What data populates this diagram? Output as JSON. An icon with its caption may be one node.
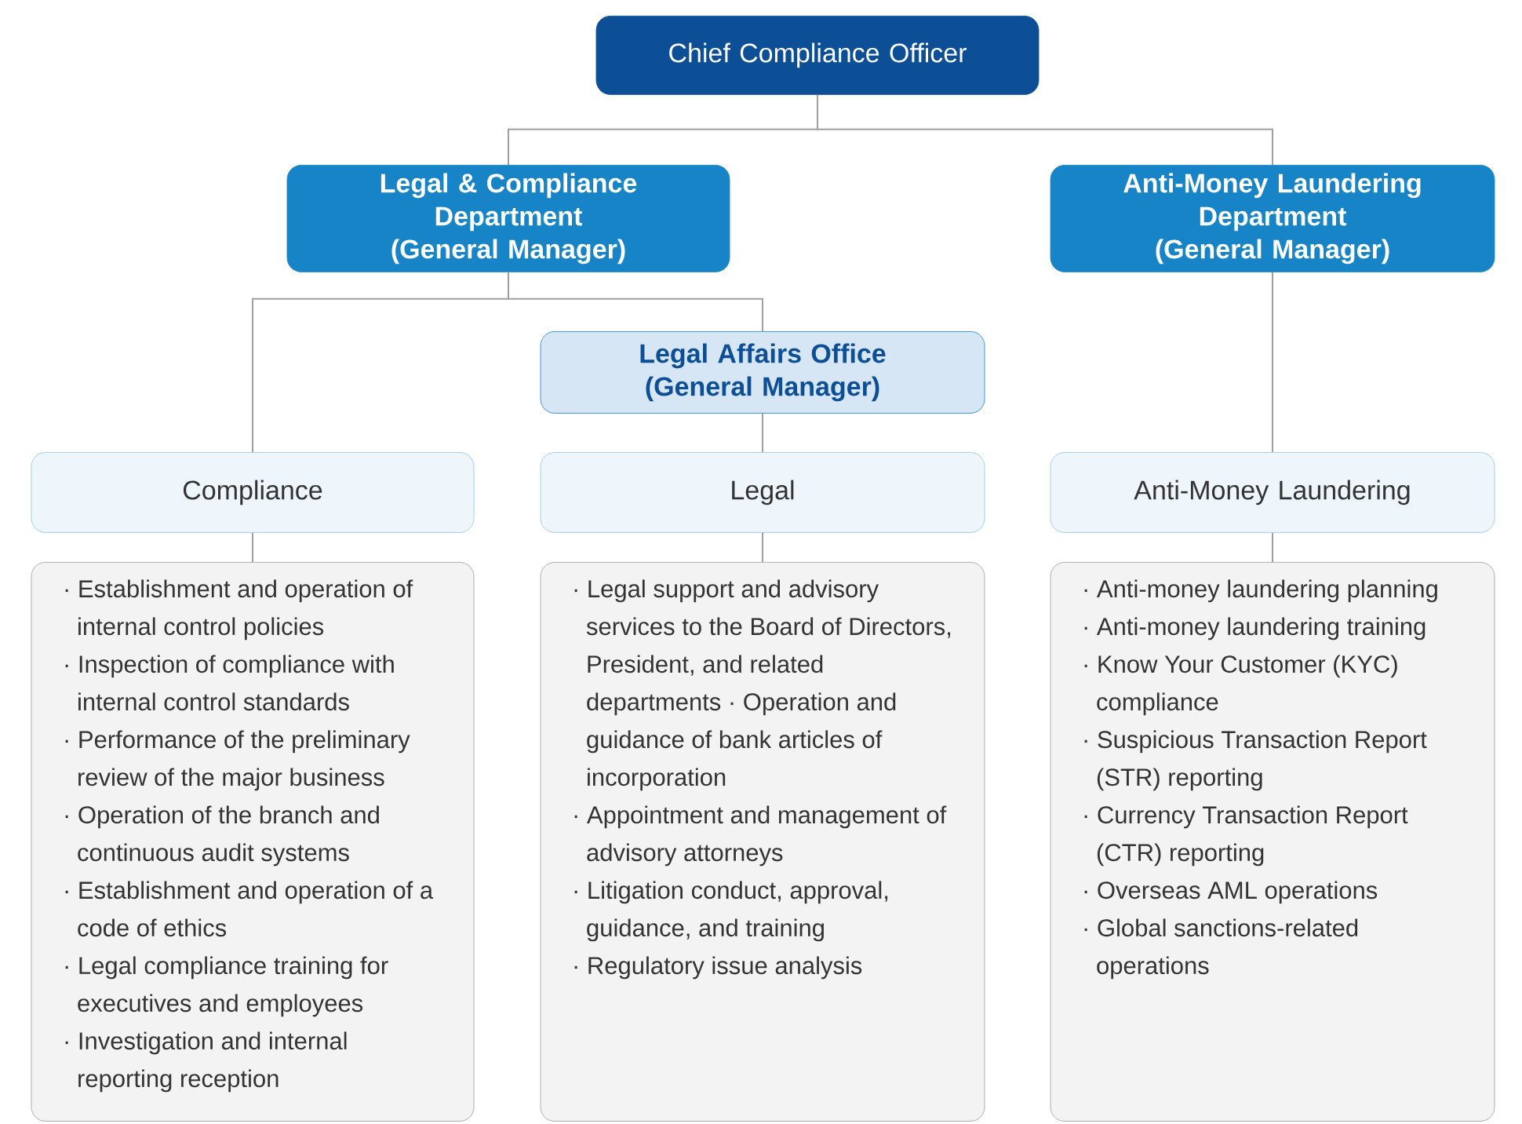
{
  "diagram": {
    "nodes": [
      {
        "text": [
          "Chief Compliance Officer"
        ]
      },
      {
        "text": [
          "Legal & Compliance Department (General Manager)"
        ]
      },
      {
        "text": [
          "Anti-Money Laundering Department (General Manager)"
        ]
      },
      {
        "text": [
          "Legal Affairs Office (General Manager)"
        ]
      },
      {
        "text": [
          "Compliance"
        ]
      },
      {
        "text": [
          "Legal"
        ]
      },
      {
        "text": [
          "Anti-Money Laundering"
        ]
      },
      {
        "text": [
          "· Establishment and operation of internal control policies",
          "· Inspection of compliance with internal control standards",
          "· Performance of the preliminary review of the major business",
          "· Operation of the branch and continuous audit systems",
          "· Establishment and operation of a code of ethics",
          "· Legal compliance training for executives and employees",
          "· Investigation and internal reporting reception"
        ]
      },
      {
        "text": [
          "· Legal support and advisory services to the Board of Directors, President, and related departments · Operation and guidance of bank articles of incorporation",
          "· Appointment and management of advisory attorneys",
          "· Litigation conduct, approval, guidance, and training",
          "· Regulatory issue analysis"
        ]
      },
      {
        "text": [
          "· Anti-money laundering planning",
          "· Anti-money laundering training",
          "· Know Your Customer (KYC) compliance",
          "· Suspicious Transaction Report (STR) reporting",
          "· Currency Transaction Report (CTR) reporting",
          "· Overseas AML operations",
          "· Global sanctions-related operations"
        ]
      }
    ],
    "edges": [
      {
        "from": 0,
        "to": 1,
        "arrow": "none"
      },
      {
        "from": 0,
        "to": 2,
        "arrow": "none"
      },
      {
        "from": 1,
        "to": 4,
        "arrow": "none"
      },
      {
        "from": 1,
        "to": 3,
        "arrow": "none"
      },
      {
        "from": 3,
        "to": 5,
        "arrow": "none"
      },
      {
        "from": 2,
        "to": 6,
        "arrow": "none"
      },
      {
        "from": 4,
        "to": 7,
        "arrow": "none"
      },
      {
        "from": 5,
        "to": 8,
        "arrow": "none"
      },
      {
        "from": 6,
        "to": 9,
        "arrow": "none"
      }
    ]
  }
}
